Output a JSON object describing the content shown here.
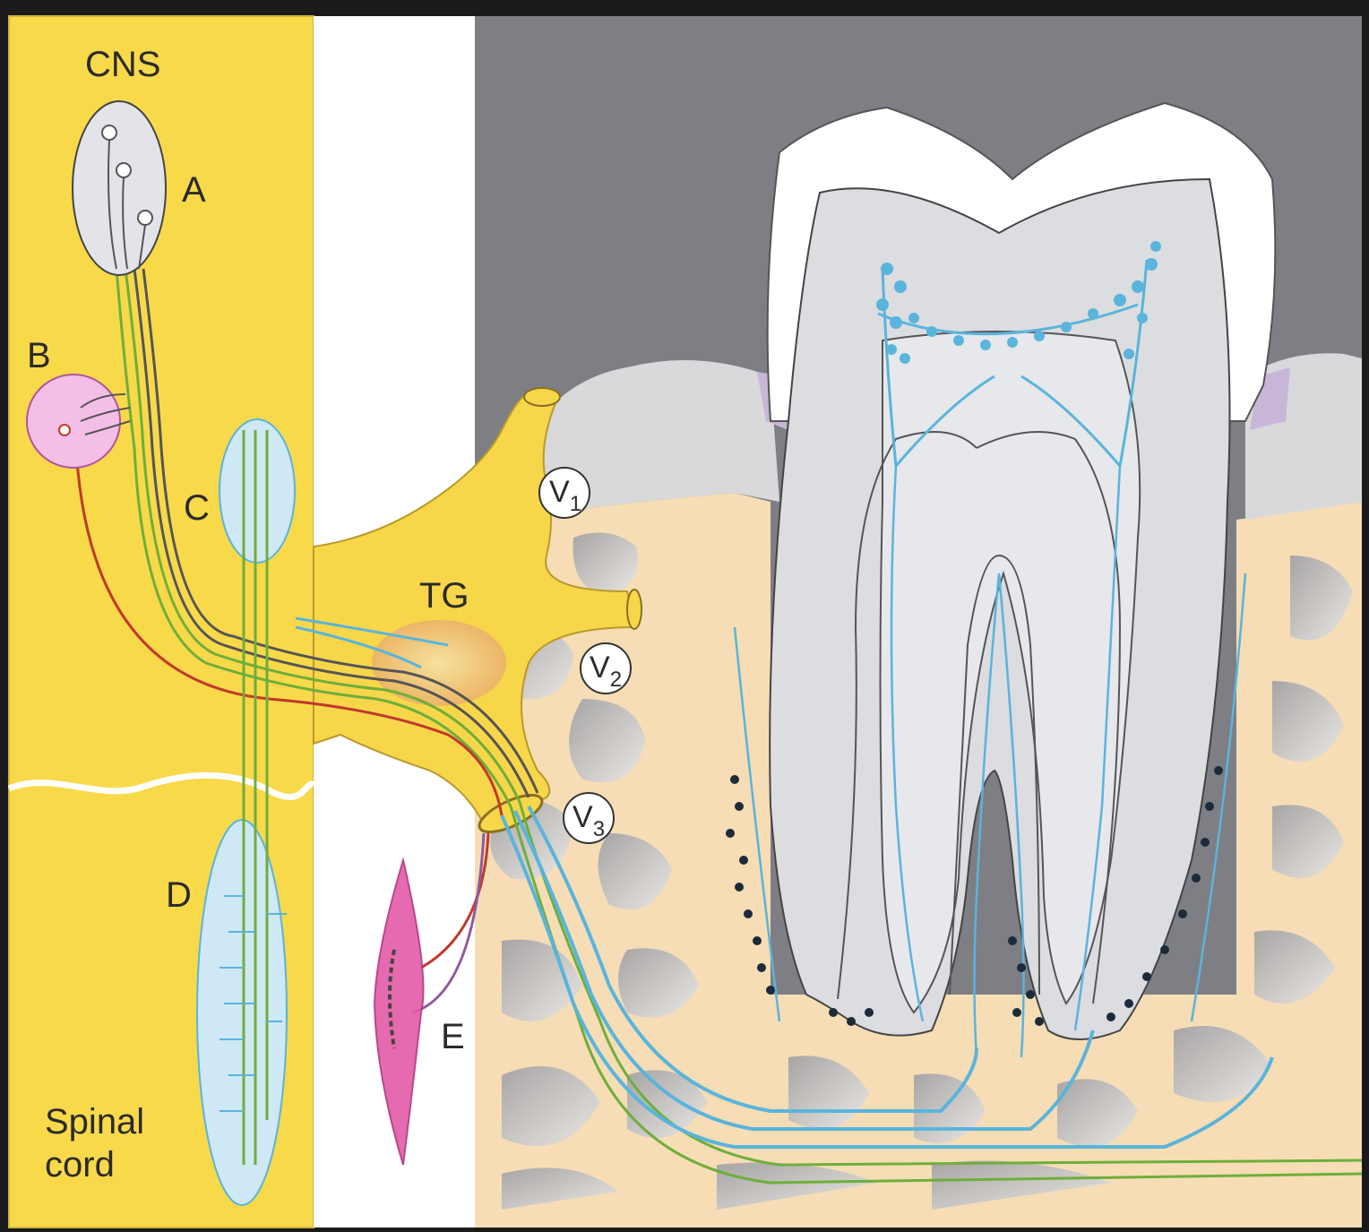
{
  "labels": {
    "cns": "CNS",
    "a": "A",
    "b": "B",
    "c": "C",
    "d": "D",
    "e": "E",
    "tg": "TG",
    "v1": "V",
    "v1_sub": "1",
    "v2": "V",
    "v2_sub": "2",
    "v3": "V",
    "v3_sub": "3",
    "spinal_line1": "Spinal",
    "spinal_line2": "cord"
  },
  "colors": {
    "background_frame": "#1a1a1a",
    "cns_panel": "#f8d94a",
    "ganglion": "#f7d64a",
    "gingiva": "#7d7f84",
    "bone": "#f6ddb5",
    "enamel": "#ffffff",
    "dentin": "#dcdde0",
    "pulp": "#e6e8ec",
    "nerve_blue": "#5ab4dc",
    "nerve_red": "#c0392b",
    "nerve_green": "#6fae3a",
    "muscle": "#e45aa8",
    "nucleus_b": "#f4bfe6",
    "receptors": "#1c2a3a"
  }
}
